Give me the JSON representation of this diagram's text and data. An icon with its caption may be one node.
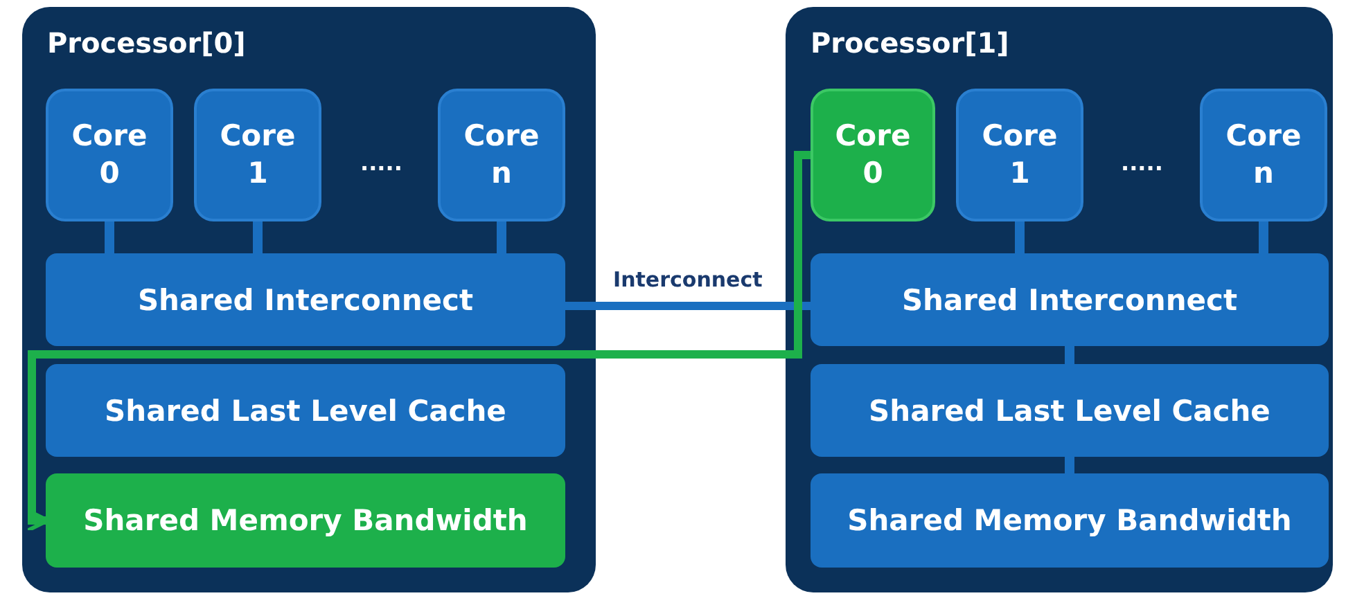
{
  "diagram": {
    "nodes": [
      {
        "text": [
          "Processor[0]"
        ]
      },
      {
        "text": [
          "Core 0"
        ],
        "in": 0
      },
      {
        "text": [
          "Core 1"
        ],
        "in": 0
      },
      {
        "text": [
          "Core n"
        ],
        "in": 0
      },
      {
        "text": [
          "Shared Interconnect"
        ],
        "in": 0
      },
      {
        "text": [
          "Shared Last Level Cache"
        ],
        "in": 0
      },
      {
        "text": [
          "Shared Memory Bandwidth"
        ],
        "in": 0
      },
      {
        "text": [
          "Processor[1]"
        ]
      },
      {
        "text": [
          "Core 0"
        ],
        "in": 7
      },
      {
        "text": [
          "Core 1"
        ],
        "in": 7
      },
      {
        "text": [
          "Core n"
        ],
        "in": 7
      },
      {
        "text": [
          "Shared Interconnect"
        ],
        "in": 7
      },
      {
        "text": [
          "Shared Last Level Cache"
        ],
        "in": 7
      },
      {
        "text": [
          "Shared Memory Bandwidth"
        ],
        "in": 7
      }
    ],
    "edges": [
      {
        "from": 1,
        "to": 4,
        "arrow": "none"
      },
      {
        "from": 2,
        "to": 4,
        "arrow": "none"
      },
      {
        "from": 3,
        "to": 4,
        "arrow": "none"
      },
      {
        "from": 9,
        "to": 11,
        "arrow": "none"
      },
      {
        "from": 10,
        "to": 11,
        "arrow": "none"
      },
      {
        "from": 11,
        "to": 12,
        "arrow": "none"
      },
      {
        "from": 12,
        "to": 13,
        "arrow": "none"
      },
      {
        "from": 4,
        "to": 11,
        "arrow": "none",
        "label": "Interconnect",
        "color": "#1a6fc0"
      },
      {
        "from": 8,
        "to": 6,
        "arrow": "to",
        "color": "#1db04b"
      }
    ],
    "labels": [
      ".....",
      "....."
    ]
  }
}
